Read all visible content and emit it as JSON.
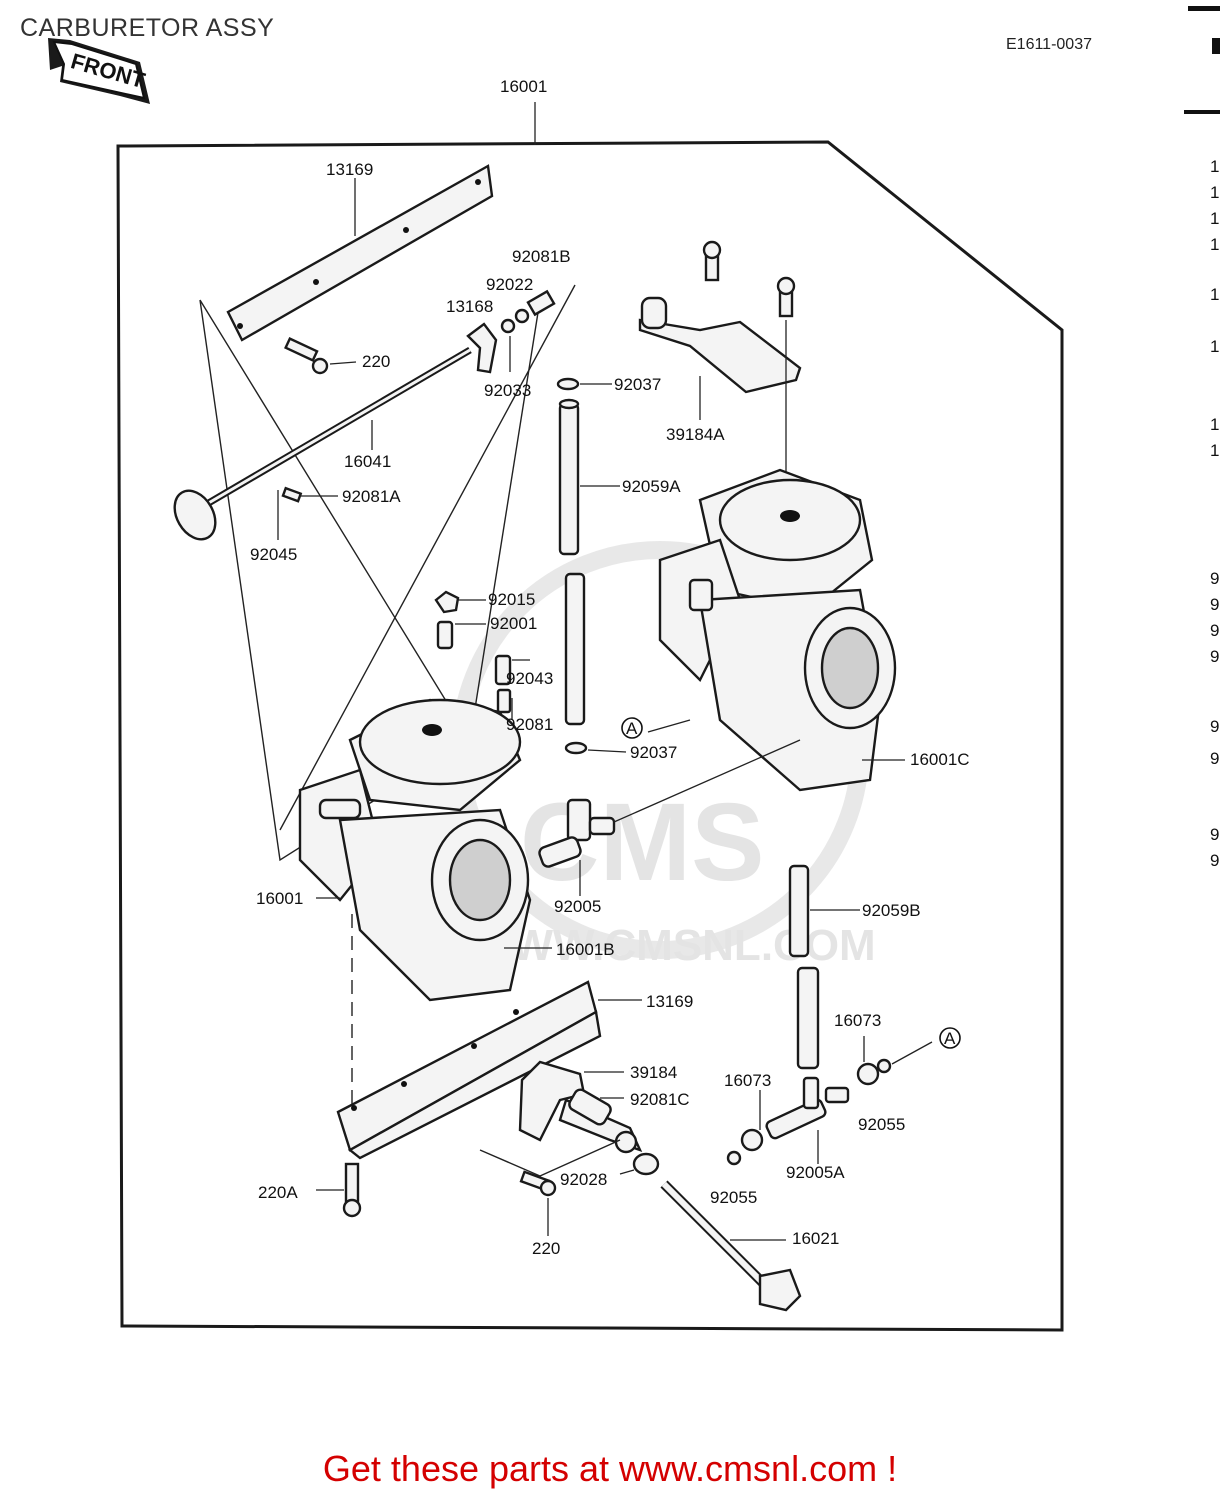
{
  "title": "CARBURETOR ASSY",
  "doc_code": "E1611-0037",
  "front_badge": "FRONT",
  "watermark": {
    "line1": "CMS",
    "line2": "WWW.CMSNL.COM"
  },
  "call_to_action": "Get these parts at www.cmsnl.com !",
  "right_margin_marks": [
    "1",
    "1",
    "1",
    "1",
    "1",
    "1",
    "1",
    "1",
    "9",
    "9",
    "9",
    "9",
    "9",
    "9",
    "9",
    "9"
  ],
  "labels": {
    "p16001_top": "16001",
    "p13169_top": "13169",
    "p92081B": "92081B",
    "p92022": "92022",
    "p13168": "13168",
    "p220_top": "220",
    "p92033": "92033",
    "p92037_top": "92037",
    "p39184A": "39184A",
    "p16041": "16041",
    "p92059A": "92059A",
    "p92081A": "92081A",
    "p92045": "92045",
    "p92015": "92015",
    "p92001": "92001",
    "p92043": "92043",
    "p92081": "92081",
    "p92037_mid": "92037",
    "marker_A1": "A",
    "p16001C": "16001C",
    "p16001_left": "16001",
    "p92005": "92005",
    "p92059B": "92059B",
    "p16001B": "16001B",
    "p13169_bottom": "13169",
    "p16073_right": "16073",
    "marker_A2": "A",
    "p39184": "39184",
    "p92081C": "92081C",
    "p16073_left": "16073",
    "p92055_right": "92055",
    "p220A": "220A",
    "p92028": "92028",
    "p92055_left": "92055",
    "p92005A": "92005A",
    "p220_bottom": "220",
    "p16021": "16021"
  }
}
